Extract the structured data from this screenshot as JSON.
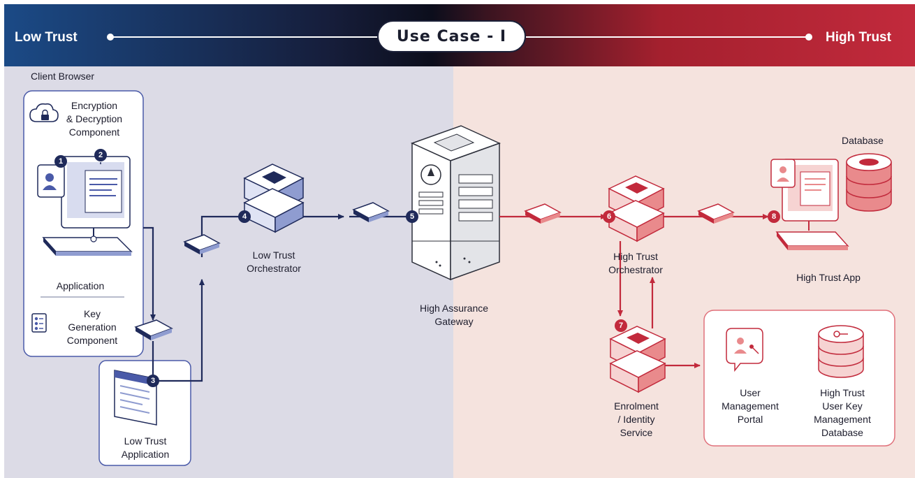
{
  "header": {
    "left_label": "Low Trust",
    "title": "Use Case - I",
    "right_label": "High Trust"
  },
  "client": {
    "browser_label": "Client Browser",
    "encryption_label": "Encryption\n& Decryption\nComponent",
    "application_label": "Application",
    "keygen_label": "Key\nGeneration\nComponent"
  },
  "nodes": {
    "low_trust_application": "Low Trust\nApplication",
    "low_trust_orchestrator": "Low Trust\nOrchestrator",
    "gateway": "High Assurance\nGateway",
    "high_trust_orchestrator": "High Trust\nOrchestrator",
    "enrolment": "Enrolment\n/ Identity\nService",
    "database": "Database",
    "high_trust_app": "High Trust App",
    "user_mgmt_portal": "User\nManagement\nPortal",
    "user_key_db": "High Trust\nUser Key\nManagement\nDatabase"
  },
  "steps": [
    "1",
    "2",
    "3",
    "4",
    "5",
    "6",
    "7",
    "8"
  ],
  "colors": {
    "low_zone": "#dcdbe6",
    "high_zone": "#f5e3de",
    "navy": "#1f2a5a",
    "red": "#c22a3c",
    "header_low": "#1b4a86",
    "header_high": "#c22a3c"
  },
  "icons": [
    "cloud-lock-icon",
    "keygen-icon",
    "user-profile-icon",
    "key-icon"
  ]
}
